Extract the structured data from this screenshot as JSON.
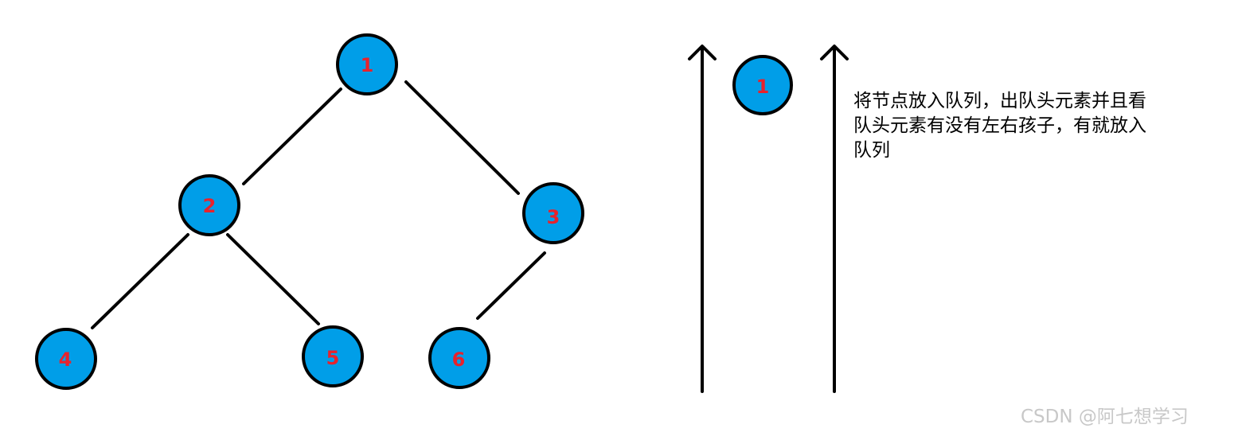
{
  "diagram": {
    "colors": {
      "node_fill": "#009ee8",
      "node_stroke": "#000000",
      "label_color": "#e8222c",
      "edge_color": "#000000"
    },
    "tree": {
      "nodes": [
        {
          "id": "n1",
          "label": "1"
        },
        {
          "id": "n2",
          "label": "2"
        },
        {
          "id": "n3",
          "label": "3"
        },
        {
          "id": "n4",
          "label": "4"
        },
        {
          "id": "n5",
          "label": "5"
        },
        {
          "id": "n6",
          "label": "6"
        }
      ],
      "edges": [
        {
          "from": "1",
          "to": "2"
        },
        {
          "from": "1",
          "to": "3"
        },
        {
          "from": "2",
          "to": "4"
        },
        {
          "from": "2",
          "to": "5"
        },
        {
          "from": "3",
          "to": "6"
        }
      ]
    },
    "queue": {
      "items": [
        {
          "label": "1"
        }
      ]
    },
    "caption_lines": [
      "将节点放入队列，出队头元素并且看",
      "队头元素有没有左右孩子，有就放入",
      "队列"
    ]
  },
  "watermark": "CSDN @阿七想学习"
}
